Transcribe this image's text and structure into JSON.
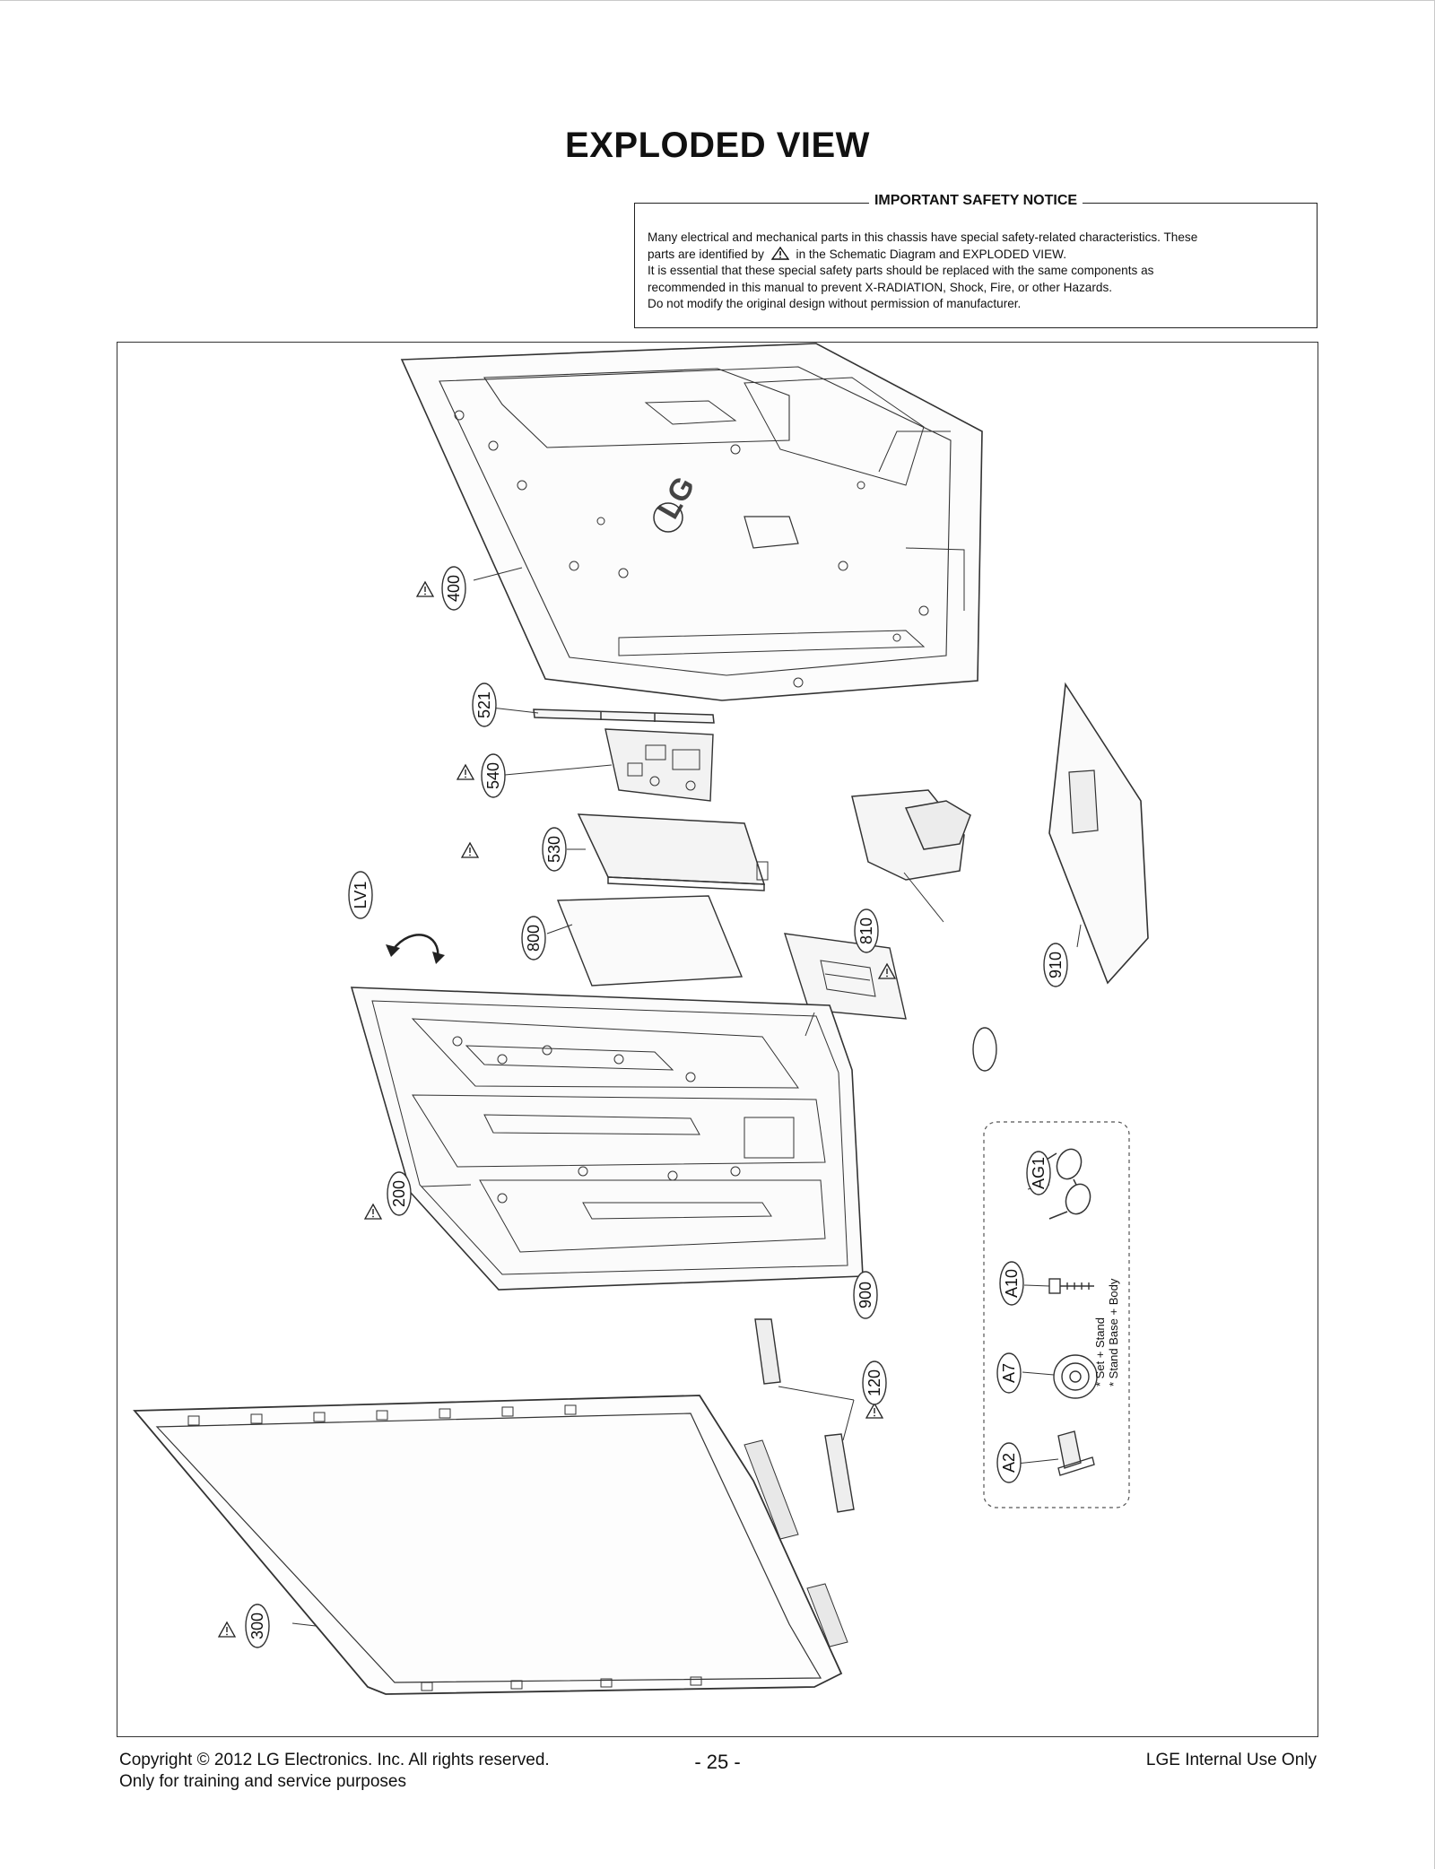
{
  "page": {
    "title": "EXPLODED VIEW"
  },
  "safety_notice": {
    "heading": "IMPORTANT SAFETY NOTICE",
    "line1": "Many electrical and mechanical parts in this chassis have special safety-related characteristics. These",
    "line2_a": "parts are identified by",
    "line2_b": "in the Schematic Diagram and EXPLODED VIEW.",
    "line3": "It is essential that these special safety parts should be replaced with the same components as",
    "line4": "recommended in this manual to prevent X-RADIATION, Shock, Fire, or other Hazards.",
    "line5": "Do not modify the original design without permission of manufacturer."
  },
  "parts": {
    "p400": "400",
    "p521": "521",
    "p540": "540",
    "p530": "530",
    "pLV1": "LV1",
    "p800": "800",
    "p810": "810",
    "p910": "910",
    "p900": "900",
    "p200": "200",
    "p120": "120",
    "p300": "300",
    "pAG1": "AG1",
    "pA10": "A10",
    "pA7": "A7",
    "pA2": "A2"
  },
  "accessory_notes": {
    "note1": "* Set + Stand",
    "note2": "* Stand Base + Body"
  },
  "footer": {
    "copyright": "Copyright © 2012 LG Electronics. Inc. All rights reserved.",
    "purpose": "Only for training and service purposes",
    "page_number": "- 25 -",
    "classification": "LGE Internal Use Only"
  }
}
